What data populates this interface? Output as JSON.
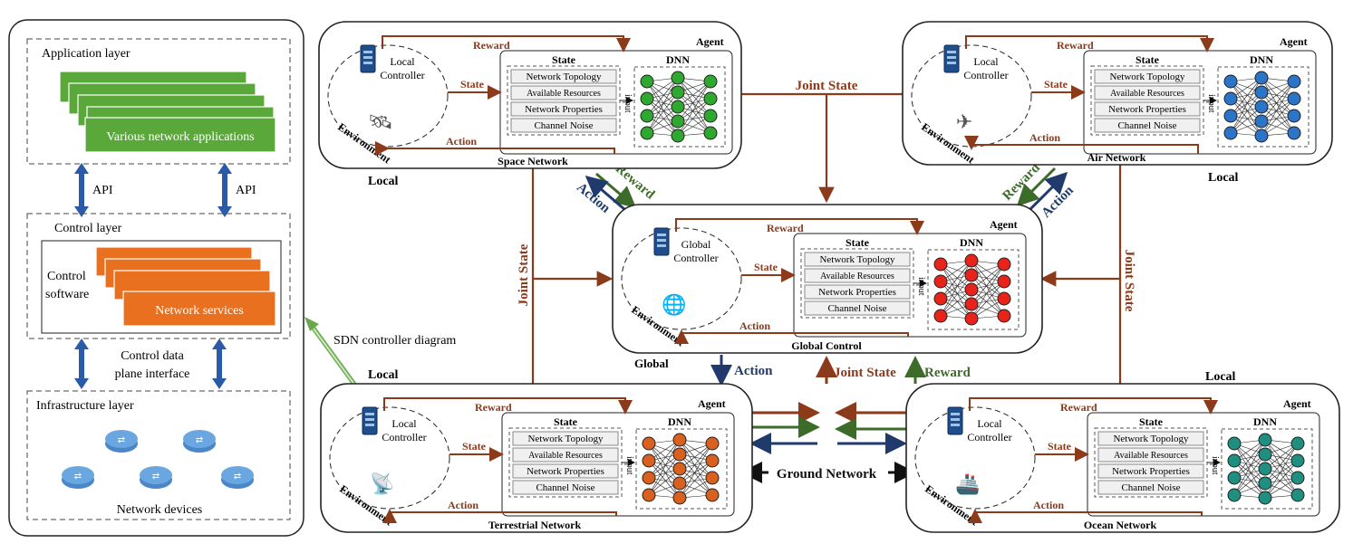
{
  "sdn_panel": {
    "application_layer_label": "Application layer",
    "applications_label": "Various network applications",
    "api_left": "API",
    "api_right": "API",
    "control_layer_label": "Control layer",
    "control_software_line1": "Control",
    "control_software_line2": "software",
    "network_services_label": "Network services",
    "cdpi_line1": "Control data",
    "cdpi_line2": "plane interface",
    "infrastructure_layer_label": "Infrastructure layer",
    "network_devices_label": "Network devices"
  },
  "sdn_controller_callout": "SDN controller diagram",
  "common": {
    "reward": "Reward",
    "action": "Action",
    "state": "State",
    "agent": "Agent",
    "dnn": "DNN",
    "input": "input",
    "environment": "Environment",
    "state_items": [
      "Network Topology",
      "Available Resources",
      "Network Properties",
      "Channel Noise"
    ],
    "local_controller_line1": "Local",
    "local_controller_line2": "Controller",
    "global_controller_line1": "Global",
    "global_controller_line2": "Controller"
  },
  "networks": {
    "space": "Space Network",
    "air": "Air Network",
    "global": "Global Control",
    "terrestrial": "Terrestrial Network",
    "ocean": "Ocean Network",
    "ground": "Ground Network"
  },
  "connectors": {
    "joint_state": "Joint State",
    "local": "Local",
    "global": "Global",
    "action": "Action",
    "reward": "Reward"
  },
  "colors": {
    "brown": "#8b3a1a",
    "green": "#3d6b2a",
    "navy": "#1f3a6b",
    "app_green": "#5aa83a",
    "service_orange": "#e8701e",
    "dnn_space": "#2fa82f",
    "dnn_air": "#2b74c8",
    "dnn_global": "#e8231a",
    "dnn_terrestrial": "#d9601e",
    "dnn_ocean": "#1f9080"
  }
}
